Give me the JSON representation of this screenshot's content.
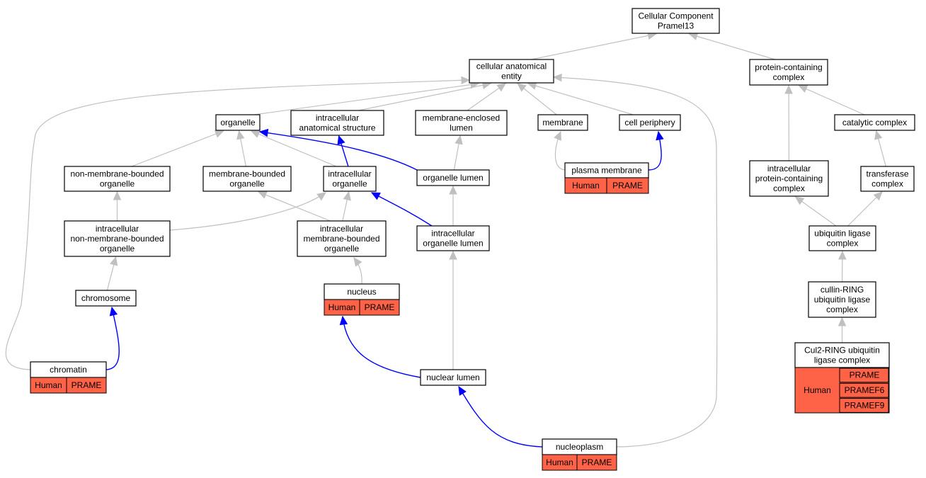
{
  "colors": {
    "is_a_edge": "#c0c0c0",
    "part_of_edge": "#0000ff",
    "annotation_fill": "#ff6347",
    "node_fill": "#ffffff"
  },
  "nodes": {
    "root": [
      "Cellular Component",
      "Pramel13"
    ],
    "cae": [
      "cellular anatomical",
      "entity"
    ],
    "pcc": [
      "protein-containing",
      "complex"
    ],
    "organelle": [
      "organelle"
    ],
    "ias": [
      "intracellular",
      "anatomical structure"
    ],
    "mel": [
      "membrane-enclosed",
      "lumen"
    ],
    "membrane": [
      "membrane"
    ],
    "cellper": [
      "cell periphery"
    ],
    "catcx": [
      "catalytic complex"
    ],
    "nmbo": [
      "non-membrane-bounded",
      "organelle"
    ],
    "mbo": [
      "membrane-bounded",
      "organelle"
    ],
    "io": [
      "intracellular",
      "organelle"
    ],
    "olumen": [
      "organelle lumen"
    ],
    "pm": [
      "plasma membrane"
    ],
    "ipcc": [
      "intracellular",
      "protein-containing",
      "complex"
    ],
    "transcx": [
      "transferase",
      "complex"
    ],
    "inmbo": [
      "intracellular",
      "non-membrane-bounded",
      "organelle"
    ],
    "imbo": [
      "intracellular",
      "membrane-bounded",
      "organelle"
    ],
    "iol": [
      "intracellular",
      "organelle lumen"
    ],
    "ulc": [
      "ubiquitin ligase",
      "complex"
    ],
    "chromosome": [
      "chromosome"
    ],
    "nucleus": [
      "nucleus"
    ],
    "crulc": [
      "cullin-RING",
      "ubiquitin ligase",
      "complex"
    ],
    "chromatin": [
      "chromatin"
    ],
    "nlumen": [
      "nuclear lumen"
    ],
    "cul2": [
      "Cul2-RING ubiquitin",
      "ligase complex"
    ],
    "nucleoplasm": [
      "nucleoplasm"
    ]
  },
  "annotations": {
    "pm": {
      "species": "Human",
      "genes": [
        "PRAME"
      ]
    },
    "nucleus": {
      "species": "Human",
      "genes": [
        "PRAME"
      ]
    },
    "chromatin": {
      "species": "Human",
      "genes": [
        "PRAME"
      ]
    },
    "nucleoplasm": {
      "species": "Human",
      "genes": [
        "PRAME"
      ]
    },
    "cul2": {
      "species": "Human",
      "genes": [
        "PRAME",
        "PRAMEF6",
        "PRAMEF9"
      ]
    }
  },
  "edges": [
    {
      "from": "cae",
      "to": "root",
      "relation": "is_a"
    },
    {
      "from": "pcc",
      "to": "root",
      "relation": "is_a"
    },
    {
      "from": "organelle",
      "to": "cae",
      "relation": "is_a"
    },
    {
      "from": "ias",
      "to": "cae",
      "relation": "is_a"
    },
    {
      "from": "mel",
      "to": "cae",
      "relation": "is_a"
    },
    {
      "from": "membrane",
      "to": "cae",
      "relation": "is_a"
    },
    {
      "from": "cellper",
      "to": "cae",
      "relation": "is_a"
    },
    {
      "from": "chromatin",
      "to": "cae",
      "relation": "is_a"
    },
    {
      "from": "nucleoplasm",
      "to": "cae",
      "relation": "is_a"
    },
    {
      "from": "catcx",
      "to": "pcc",
      "relation": "is_a"
    },
    {
      "from": "ipcc",
      "to": "pcc",
      "relation": "is_a"
    },
    {
      "from": "nmbo",
      "to": "organelle",
      "relation": "is_a"
    },
    {
      "from": "mbo",
      "to": "organelle",
      "relation": "is_a"
    },
    {
      "from": "io",
      "to": "organelle",
      "relation": "is_a"
    },
    {
      "from": "olumen",
      "to": "organelle",
      "relation": "part_of"
    },
    {
      "from": "io",
      "to": "ias",
      "relation": "part_of"
    },
    {
      "from": "olumen",
      "to": "mel",
      "relation": "is_a"
    },
    {
      "from": "pm",
      "to": "membrane",
      "relation": "is_a"
    },
    {
      "from": "pm",
      "to": "cellper",
      "relation": "part_of"
    },
    {
      "from": "transcx",
      "to": "catcx",
      "relation": "is_a"
    },
    {
      "from": "inmbo",
      "to": "nmbo",
      "relation": "is_a"
    },
    {
      "from": "inmbo",
      "to": "io",
      "relation": "is_a"
    },
    {
      "from": "imbo",
      "to": "mbo",
      "relation": "is_a"
    },
    {
      "from": "imbo",
      "to": "io",
      "relation": "is_a"
    },
    {
      "from": "iol",
      "to": "io",
      "relation": "part_of"
    },
    {
      "from": "iol",
      "to": "olumen",
      "relation": "is_a"
    },
    {
      "from": "ulc",
      "to": "ipcc",
      "relation": "is_a"
    },
    {
      "from": "ulc",
      "to": "transcx",
      "relation": "is_a"
    },
    {
      "from": "chromosome",
      "to": "inmbo",
      "relation": "is_a"
    },
    {
      "from": "nucleus",
      "to": "imbo",
      "relation": "is_a"
    },
    {
      "from": "crulc",
      "to": "ulc",
      "relation": "is_a"
    },
    {
      "from": "chromatin",
      "to": "chromosome",
      "relation": "part_of"
    },
    {
      "from": "nlumen",
      "to": "nucleus",
      "relation": "part_of"
    },
    {
      "from": "nlumen",
      "to": "iol",
      "relation": "is_a"
    },
    {
      "from": "cul2",
      "to": "crulc",
      "relation": "is_a"
    },
    {
      "from": "nucleoplasm",
      "to": "nlumen",
      "relation": "part_of"
    }
  ]
}
